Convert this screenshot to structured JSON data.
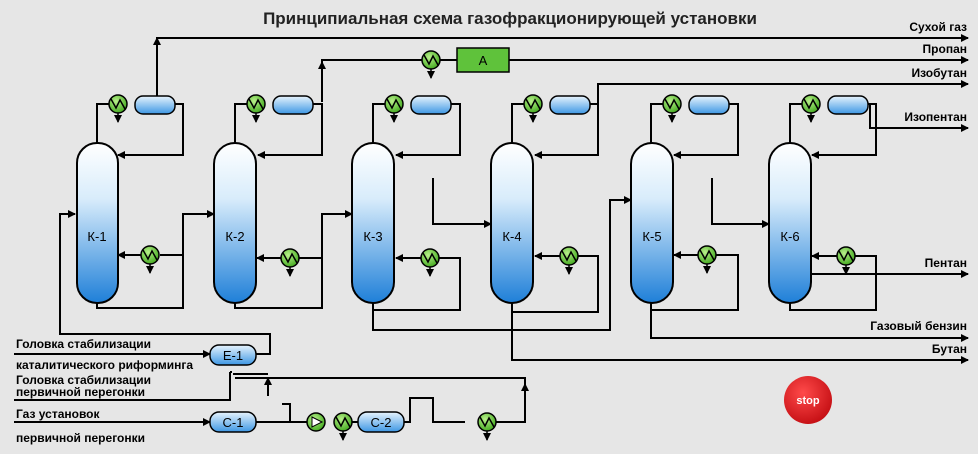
{
  "title": "Принципиальная схема газофракционирующей установки",
  "columns": [
    "К-1",
    "К-2",
    "К-3",
    "К-4",
    "К-5",
    "К-6"
  ],
  "outputs": {
    "dry_gas": "Сухой газ",
    "propane": "Пропан",
    "isobutane": "Изобутан",
    "isopentane": "Изопентан",
    "pentane": "Пентан",
    "gas_gasoline": "Газовый бензин",
    "butane": "Бутан"
  },
  "inputs": {
    "reforming_line1": "Головка стабилизации",
    "reforming_line2": "каталитического риформинга",
    "primary_line1": "Головка стабилизации",
    "primary_line2": "первичной перегонки",
    "gas_line1": "Газ установок",
    "gas_line2": "первичной перегонки"
  },
  "equipment": {
    "absorber": "А",
    "e1": "Е-1",
    "c1": "С-1",
    "c2": "С-2"
  },
  "controls": {
    "stop": "stop"
  },
  "colors": {
    "background": "#e6e6e6",
    "exchanger": "#6ccf3a",
    "absorber": "#5fc23b",
    "vessel": "#4aa6ea",
    "stop": "#d9141b"
  }
}
